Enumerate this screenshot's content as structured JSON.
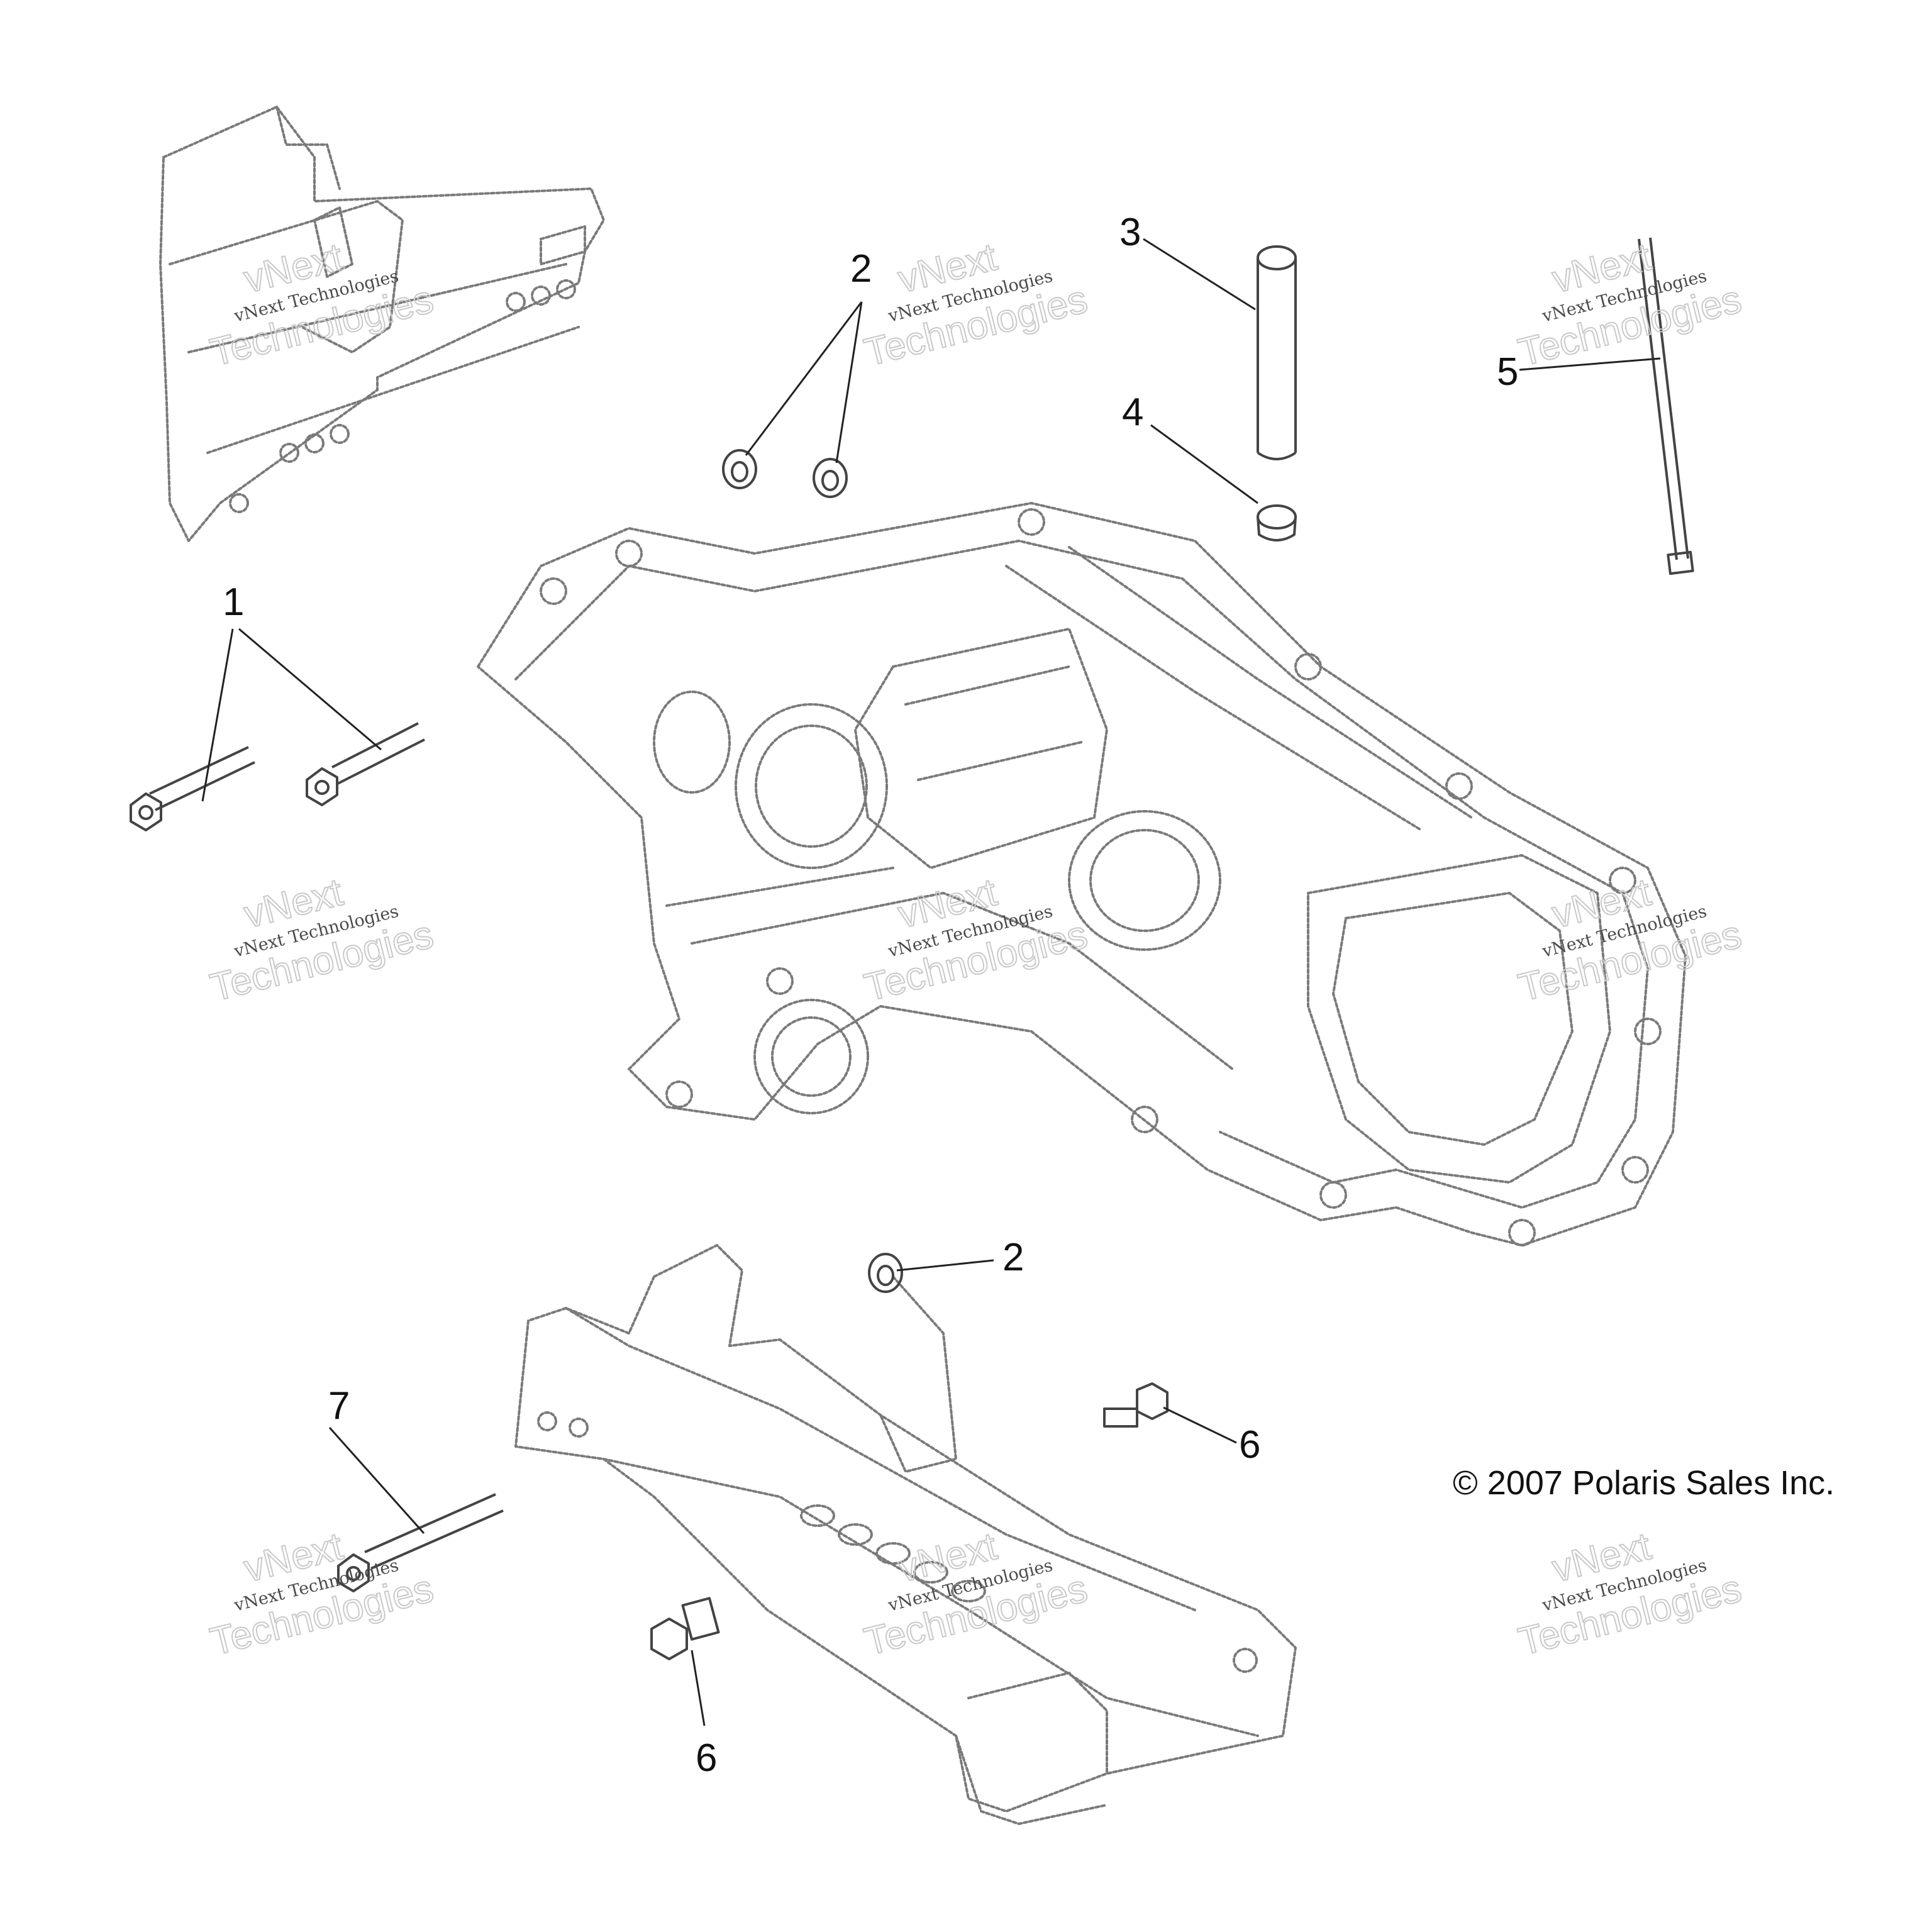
{
  "diagram": {
    "callouts": {
      "c1": "1",
      "c2a": "2",
      "c2b": "2",
      "c3": "3",
      "c4": "4",
      "c5": "5",
      "c6a": "6",
      "c6b": "6",
      "c7": "7"
    },
    "copyright": "© 2007 Polaris Sales Inc.",
    "watermark": {
      "line1": "vNext",
      "line2": "vNext Technologies",
      "line3": "Technologies"
    }
  }
}
